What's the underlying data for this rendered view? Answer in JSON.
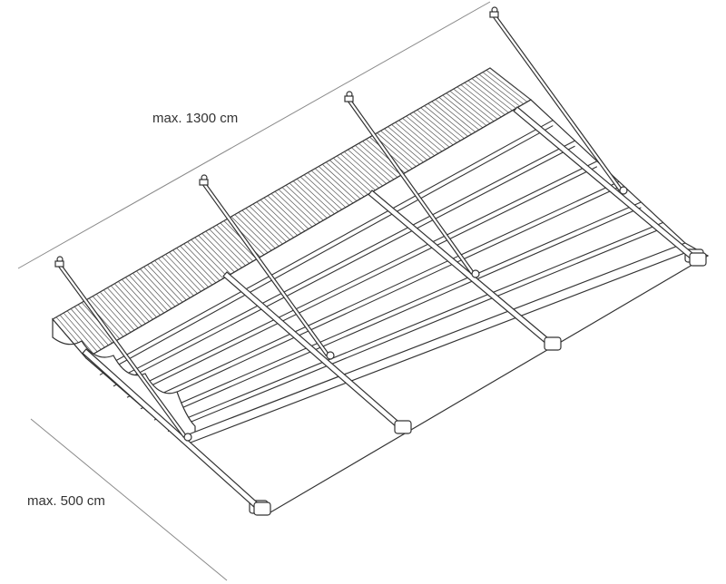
{
  "dimensions": {
    "length_label": "max. 1300 cm",
    "depth_label": "max. 500 cm"
  },
  "colors": {
    "line": "#333333",
    "dimension_line": "#8a8a8a",
    "fabric": "#ffffff",
    "roof_hatch": "#555555"
  },
  "components": {
    "rafter_count": 4,
    "fabric_wave_count": 6
  }
}
